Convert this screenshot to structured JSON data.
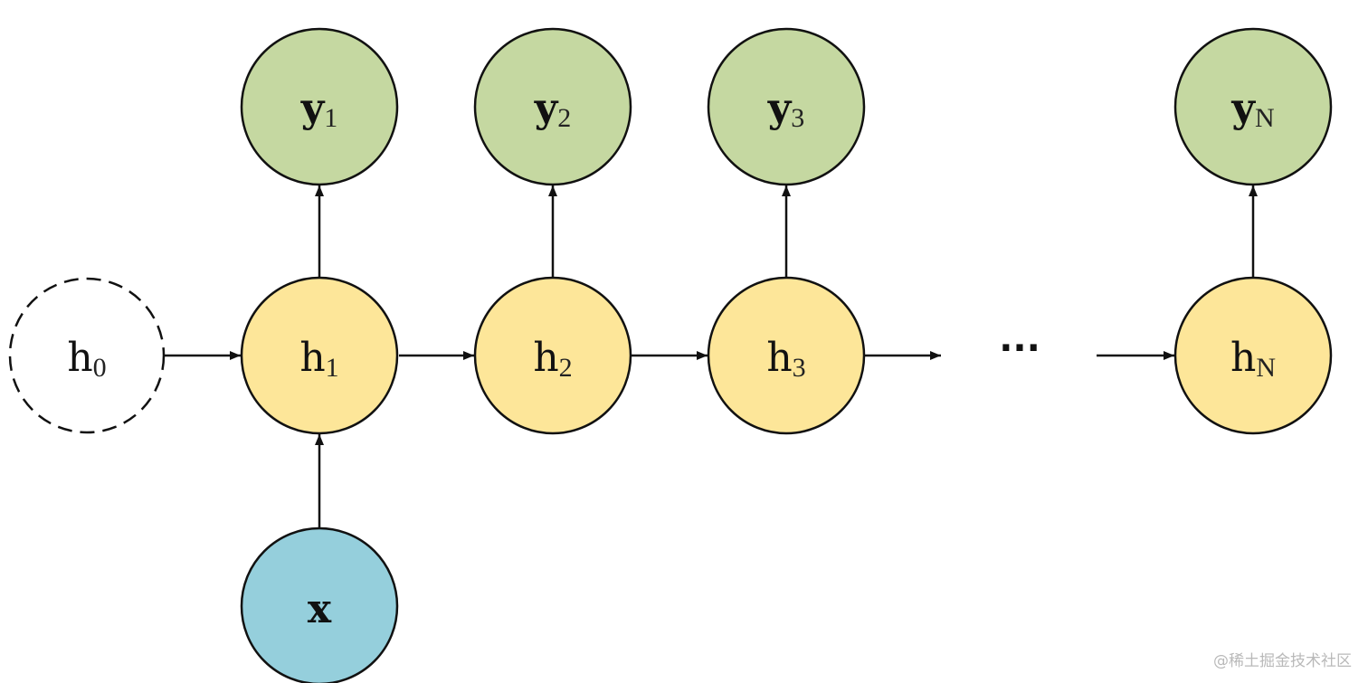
{
  "diagram": {
    "colors": {
      "input": "#95cfdc",
      "hidden": "#fde699",
      "output": "#c5d8a1",
      "initial": "#ffffff",
      "stroke": "#111111"
    },
    "initial_state": {
      "main": "h",
      "sub": "0"
    },
    "input_node": {
      "label": "x"
    },
    "hidden_nodes": [
      {
        "main": "h",
        "sub": "1"
      },
      {
        "main": "h",
        "sub": "2"
      },
      {
        "main": "h",
        "sub": "3"
      },
      {
        "main": "h",
        "sub": "N"
      }
    ],
    "output_nodes": [
      {
        "main": "y",
        "sub": "1"
      },
      {
        "main": "y",
        "sub": "2"
      },
      {
        "main": "y",
        "sub": "3"
      },
      {
        "main": "y",
        "sub": "N"
      }
    ],
    "ellipsis": "···"
  },
  "watermark": "@稀土掘金技术社区"
}
